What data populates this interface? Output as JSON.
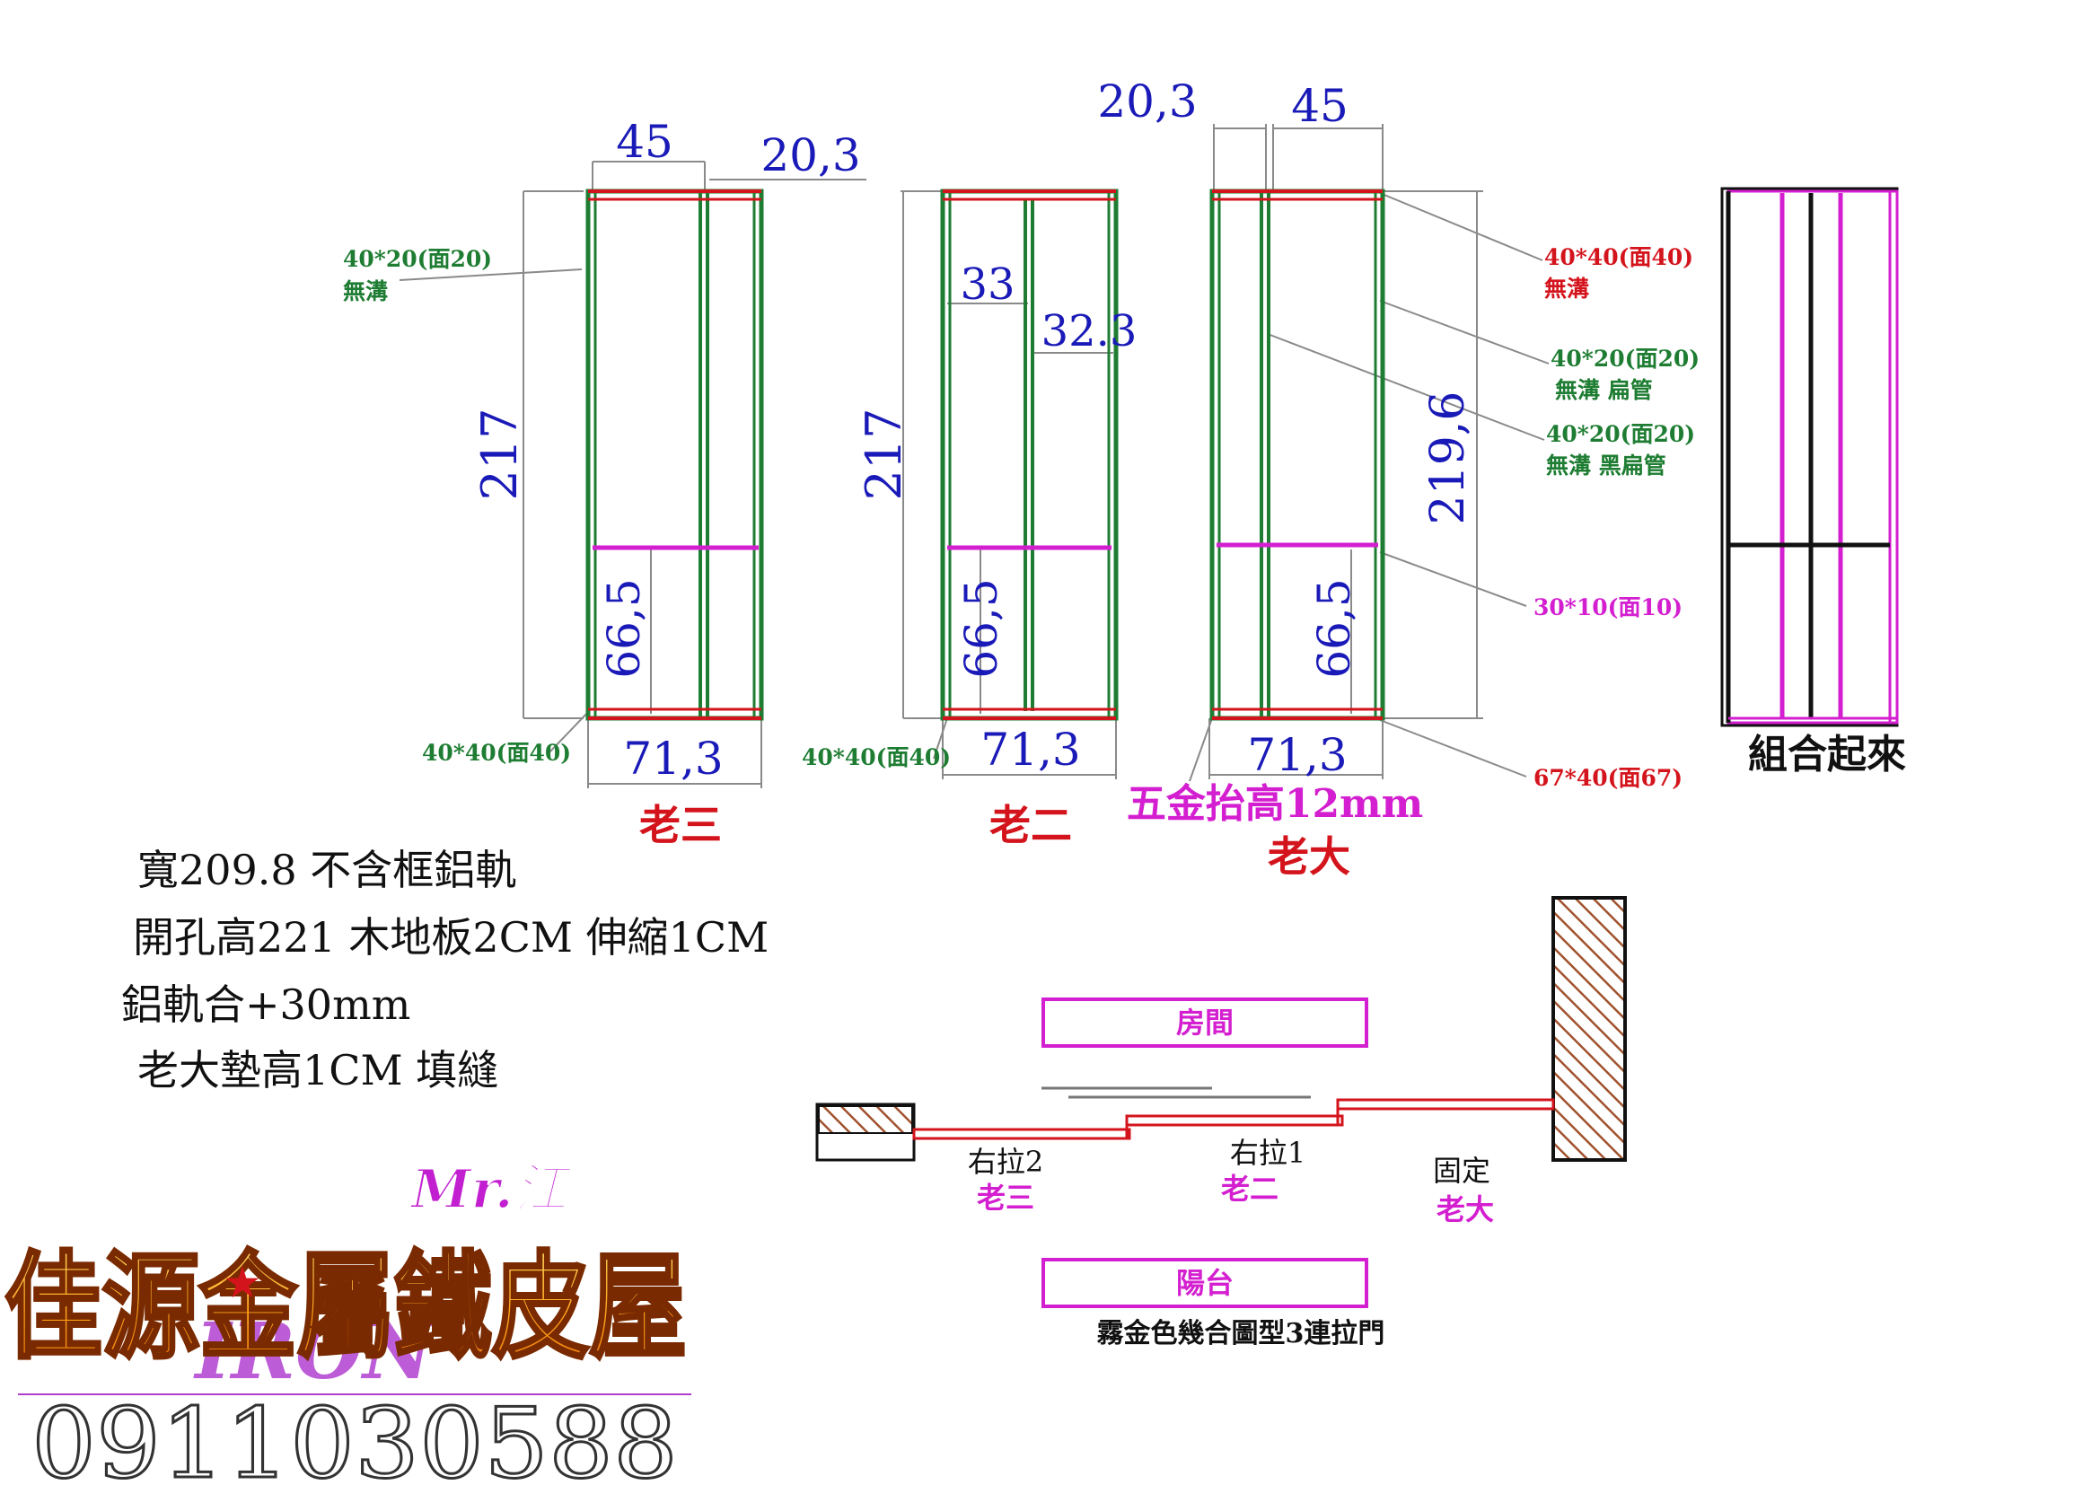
{
  "panels": {
    "left": {
      "top_width": "45",
      "top_right": "20,3",
      "height": "217",
      "lower_height": "66,5",
      "bottom_width": "71,3",
      "name": "老三",
      "callout_top_1": "40*20(面20)",
      "callout_top_2": "無溝",
      "callout_bottom": "40*40(面40)"
    },
    "middle": {
      "inner_left": "33",
      "inner_right": "32.3",
      "height": "217",
      "lower_height": "66,5",
      "bottom_width": "71,3",
      "name": "老二",
      "callout_bottom": "40*40(面40)"
    },
    "right": {
      "top_left": "20,3",
      "top_width": "45",
      "height": "219,6",
      "lower_height": "66,5",
      "bottom_width": "71,3",
      "note": "五金抬高12mm",
      "name": "老大"
    }
  },
  "callouts": {
    "c1_line1": "40*40(面40)",
    "c1_line2": "無溝",
    "c2_line1": "40*20(面20)",
    "c2_line2": "無溝 扁管",
    "c3_line1": "40*20(面20)",
    "c3_line2": "無溝 黑扁管",
    "c4": "30*10(面10)",
    "c5": "67*40(面67)"
  },
  "assembled_label": "組合起來",
  "notes": [
    "寬209.8 不含框鋁軌",
    "開孔高221  木地板2CM 伸縮1CM",
    "鋁軌合+30mm",
    "老大墊高1CM 填縫"
  ],
  "plan": {
    "room": "房間",
    "balcony": "陽台",
    "door1_action": "右拉2",
    "door1_name": "老三",
    "door2_action": "右拉1",
    "door2_name": "老二",
    "door3_action": "固定",
    "door3_name": "老大",
    "caption": "霧金色幾合圖型3連拉門"
  },
  "logo": {
    "mr": "Mr.江",
    "name": "佳源金屬鐵皮屋",
    "sub": "IRON",
    "phone": "0911030588"
  },
  "colors": {
    "dimension": "#1a1ab8",
    "frame_red": "#d4141c",
    "frame_green": "#1e7d32",
    "crossbar": "#d41fd0"
  }
}
